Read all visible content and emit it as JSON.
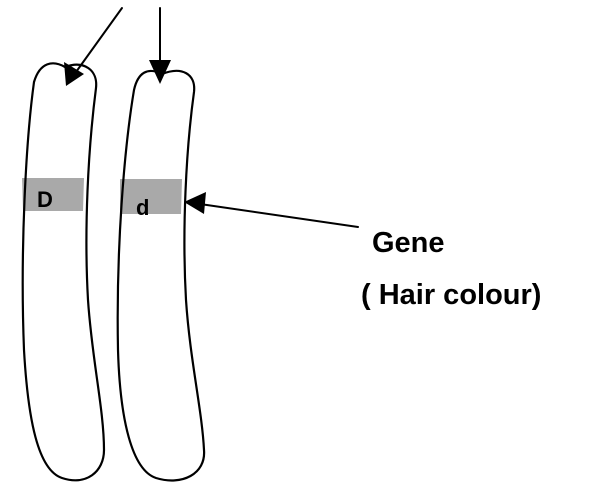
{
  "alleles": {
    "left": "D",
    "right": "d"
  },
  "gene_label": {
    "line1": "Gene",
    "line2": "( Hair colour)"
  },
  "colors": {
    "ink": "#000000",
    "band": "#a9a9a9",
    "background": "#ffffff"
  }
}
